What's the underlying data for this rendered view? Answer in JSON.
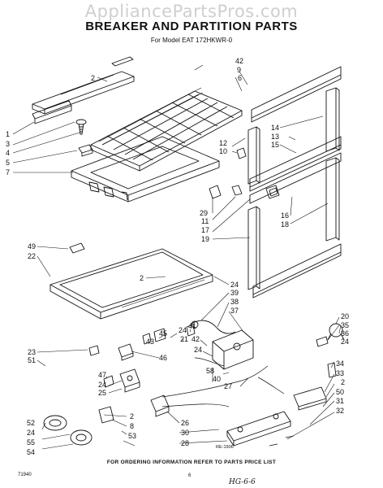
{
  "watermark": "AppliancePartsPros.com",
  "title": "BREAKER AND PARTITION PARTS",
  "subtitle": "For Model EAT 172HKWR-0",
  "footer": "FOR ORDERING INFORMATION REFER TO PARTS PRICE LIST",
  "catalog_code": "71940",
  "diagram_ref": "RE-1906",
  "page_number": "6",
  "handwritten_note": "HG-6-6",
  "callouts": [
    {
      "id": "n42a",
      "text": "42"
    },
    {
      "id": "n9",
      "text": "9"
    },
    {
      "id": "n6",
      "text": "6"
    },
    {
      "id": "n2a",
      "text": "2"
    },
    {
      "id": "n1",
      "text": "1"
    },
    {
      "id": "n3",
      "text": "3"
    },
    {
      "id": "n4",
      "text": "4"
    },
    {
      "id": "n5",
      "text": "5"
    },
    {
      "id": "n7",
      "text": "7"
    },
    {
      "id": "n14",
      "text": "14"
    },
    {
      "id": "n13",
      "text": "13"
    },
    {
      "id": "n15",
      "text": "15"
    },
    {
      "id": "n12",
      "text": "12"
    },
    {
      "id": "n10",
      "text": "10"
    },
    {
      "id": "n29",
      "text": "29"
    },
    {
      "id": "n11",
      "text": "11"
    },
    {
      "id": "n17",
      "text": "17"
    },
    {
      "id": "n19",
      "text": "19"
    },
    {
      "id": "n16",
      "text": "16"
    },
    {
      "id": "n18",
      "text": "18"
    },
    {
      "id": "n49",
      "text": "49"
    },
    {
      "id": "n22",
      "text": "22"
    },
    {
      "id": "n2b",
      "text": "2"
    },
    {
      "id": "n24a",
      "text": "24"
    },
    {
      "id": "n39",
      "text": "39"
    },
    {
      "id": "n38",
      "text": "38"
    },
    {
      "id": "n37",
      "text": "37"
    },
    {
      "id": "n20",
      "text": "20"
    },
    {
      "id": "n35",
      "text": "35"
    },
    {
      "id": "n36",
      "text": "36"
    },
    {
      "id": "n24b",
      "text": "24"
    },
    {
      "id": "n23",
      "text": "23"
    },
    {
      "id": "n51",
      "text": "51"
    },
    {
      "id": "n45",
      "text": "45"
    },
    {
      "id": "n41",
      "text": "41"
    },
    {
      "id": "n24c",
      "text": "24"
    },
    {
      "id": "n21",
      "text": "21"
    },
    {
      "id": "n42b",
      "text": "42"
    },
    {
      "id": "n43",
      "text": "43"
    },
    {
      "id": "n46",
      "text": "46"
    },
    {
      "id": "n24d",
      "text": "24"
    },
    {
      "id": "n58",
      "text": "58"
    },
    {
      "id": "n40",
      "text": "40"
    },
    {
      "id": "n27",
      "text": "27"
    },
    {
      "id": "n47",
      "text": "47"
    },
    {
      "id": "n24e",
      "text": "24"
    },
    {
      "id": "n25",
      "text": "25"
    },
    {
      "id": "n34",
      "text": "34"
    },
    {
      "id": "n33",
      "text": "33"
    },
    {
      "id": "n2c",
      "text": "2"
    },
    {
      "id": "n50",
      "text": "50"
    },
    {
      "id": "n31",
      "text": "31"
    },
    {
      "id": "n32",
      "text": "32"
    },
    {
      "id": "n52",
      "text": "52"
    },
    {
      "id": "n24f",
      "text": "24"
    },
    {
      "id": "n55",
      "text": "55"
    },
    {
      "id": "n54",
      "text": "54"
    },
    {
      "id": "n2d",
      "text": "2"
    },
    {
      "id": "n8",
      "text": "8"
    },
    {
      "id": "n53",
      "text": "53"
    },
    {
      "id": "n26",
      "text": "26"
    },
    {
      "id": "n30",
      "text": "30"
    },
    {
      "id": "n28",
      "text": "28"
    }
  ]
}
